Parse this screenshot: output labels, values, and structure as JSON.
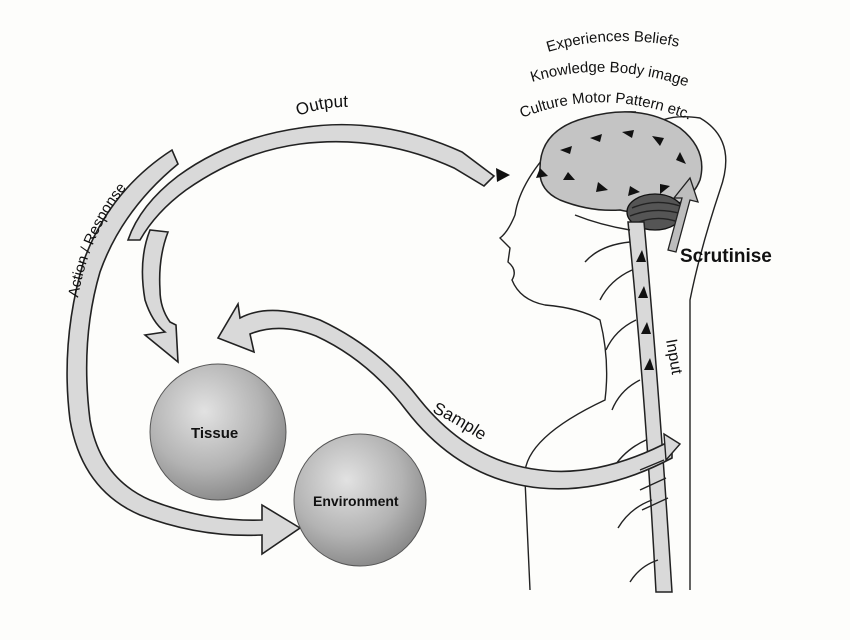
{
  "labels": {
    "output": "Output",
    "action_response": "Action / Response",
    "sample": "Sample",
    "input": "Input",
    "scrutinise": "Scrutinise",
    "tissue": "Tissue",
    "environment": "Environment"
  },
  "brain_terms": {
    "line1": "Experiences Beliefs",
    "line2": "Knowledge Body image",
    "line3": "Culture Motor Pattern etc."
  },
  "colors": {
    "band_fill": "#d9d9d9",
    "outline": "#222222",
    "sphere_light": "#dcdcdc",
    "sphere_dark": "#8a8a8a"
  }
}
